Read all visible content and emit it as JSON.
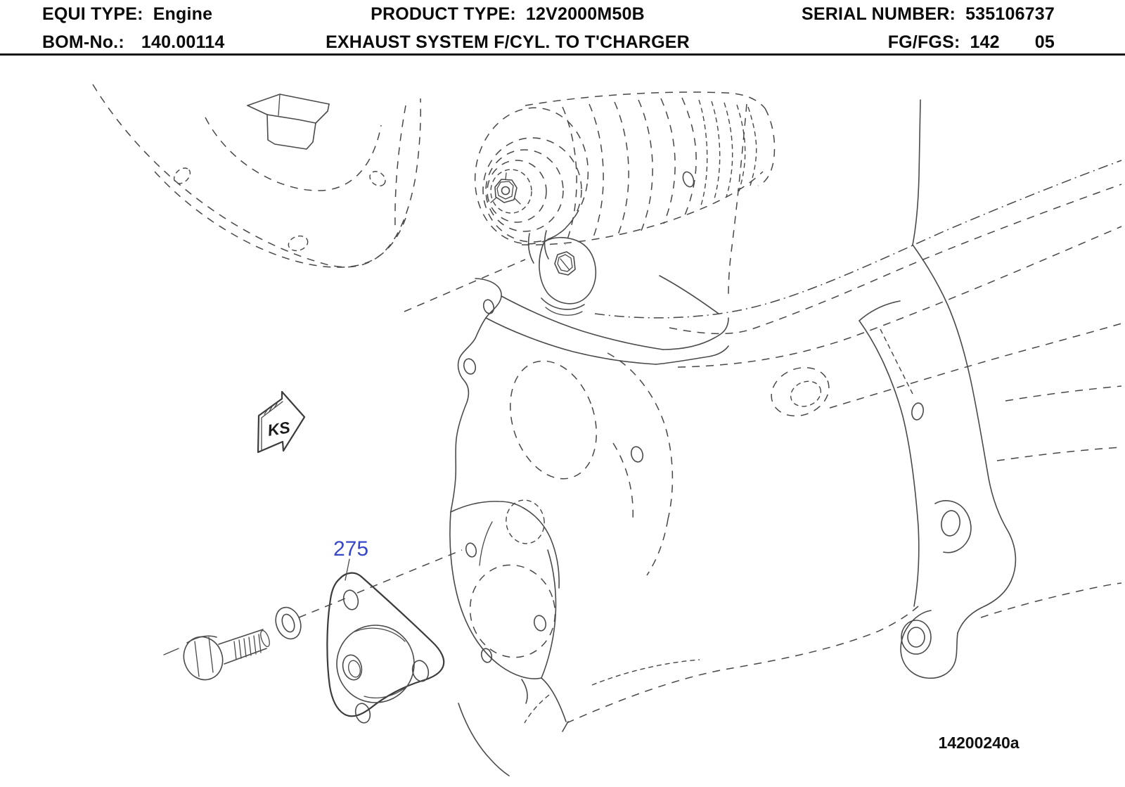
{
  "title_block": {
    "equi_type_label": "EQUI TYPE:",
    "equi_type_value": "Engine",
    "product_type_label": "PRODUCT TYPE:",
    "product_type_value": "12V2000M50B",
    "serial_number_label": "SERIAL NUMBER:",
    "serial_number_value": "535106737",
    "bom_no_label": "BOM-No.:",
    "bom_no_value": "140.00114",
    "assembly_title": "EXHAUST SYSTEM F/CYL. TO T'CHARGER",
    "fg_fgs_label": "FG/FGS:",
    "fg_fgs_value": "142",
    "fg_fgs_sheet": "05"
  },
  "diagram": {
    "part_label": "275",
    "part_label_color": "#3847c8",
    "direction_marker": "KS",
    "figure_number": "14200240a",
    "line_color": "#4a4a4a"
  }
}
